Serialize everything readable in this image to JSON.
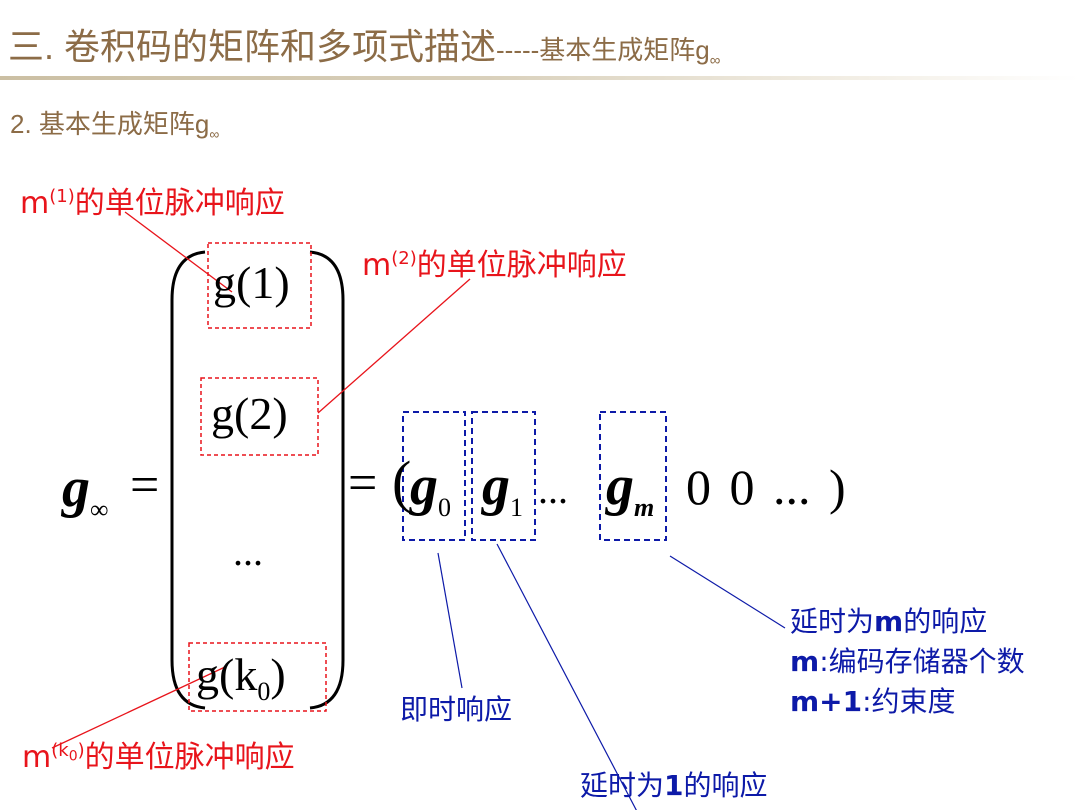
{
  "header": {
    "title": "三. 卷积码的矩阵和多项式描述",
    "title_suffix": "-----基本生成矩阵g",
    "infinity": "∞"
  },
  "section": {
    "subtitle": "2. 基本生成矩阵g",
    "infinity": "∞"
  },
  "annotations": {
    "m1_resp": {
      "base": "m",
      "sup": "(1)",
      "text": "的单位脉冲响应"
    },
    "m2_resp": {
      "base": "m",
      "sup": "(2)",
      "text": "的单位脉冲响应"
    },
    "mk0_resp": {
      "base": "m",
      "sup": "(k",
      "sub": "0",
      "sup_end": ")",
      "text": "的单位脉冲响应"
    },
    "immediate": "即时响应",
    "delay1": {
      "a": "延时为",
      "b": "1",
      "c": "的响应"
    },
    "delaym": {
      "a": "延时为",
      "b": "m",
      "c": "的响应"
    },
    "m_desc": {
      "a": "m",
      "b": ":编码存储器个数"
    },
    "constraint": {
      "a": "m+1",
      "b": ":约束度"
    }
  },
  "formula": {
    "lhs": "g",
    "lhs_sub": "∞",
    "eq": "=",
    "col": [
      "g(1)",
      "g(2)",
      "...",
      "g(k"
    ],
    "col_last_sub": "0",
    "col_last_close": ")",
    "open_paren": "(",
    "close_paren": ")",
    "g": "g",
    "g0_sub": "0",
    "g1_sub": "1",
    "gm_sub": "m",
    "dots": "...",
    "zero": "0",
    "tail": "0 0 ... )"
  },
  "colors": {
    "title": "#8c6c47",
    "red": "#e8141b",
    "blue": "#0d1aa8"
  }
}
